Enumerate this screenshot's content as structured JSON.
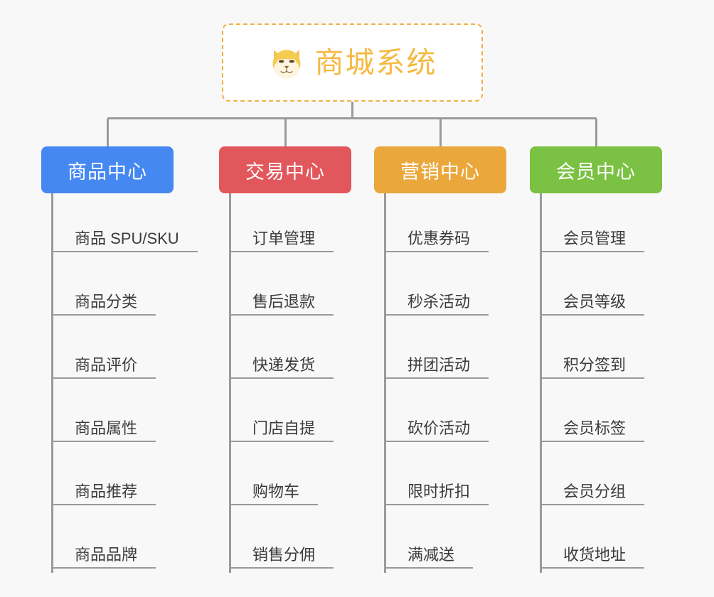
{
  "background_color": "#f8f8f8",
  "root": {
    "title": "商城系统",
    "icon": "shiba-dog-face-icon",
    "text_color": "#f5b942",
    "border_color": "#f0b14a"
  },
  "categories": [
    {
      "label": "商品中心",
      "color": "#4688f1",
      "items": [
        "商品 SPU/SKU",
        "商品分类",
        "商品评价",
        "商品属性",
        "商品推荐",
        "商品品牌"
      ]
    },
    {
      "label": "交易中心",
      "color": "#e2575b",
      "items": [
        "订单管理",
        "售后退款",
        "快递发货",
        "门店自提",
        "购物车",
        "销售分佣"
      ]
    },
    {
      "label": "营销中心",
      "color": "#eaa83c",
      "items": [
        "优惠券码",
        "秒杀活动",
        "拼团活动",
        "砍价活动",
        "限时折扣",
        "满减送"
      ]
    },
    {
      "label": "会员中心",
      "color": "#77c councils"
    }
  ]
}
